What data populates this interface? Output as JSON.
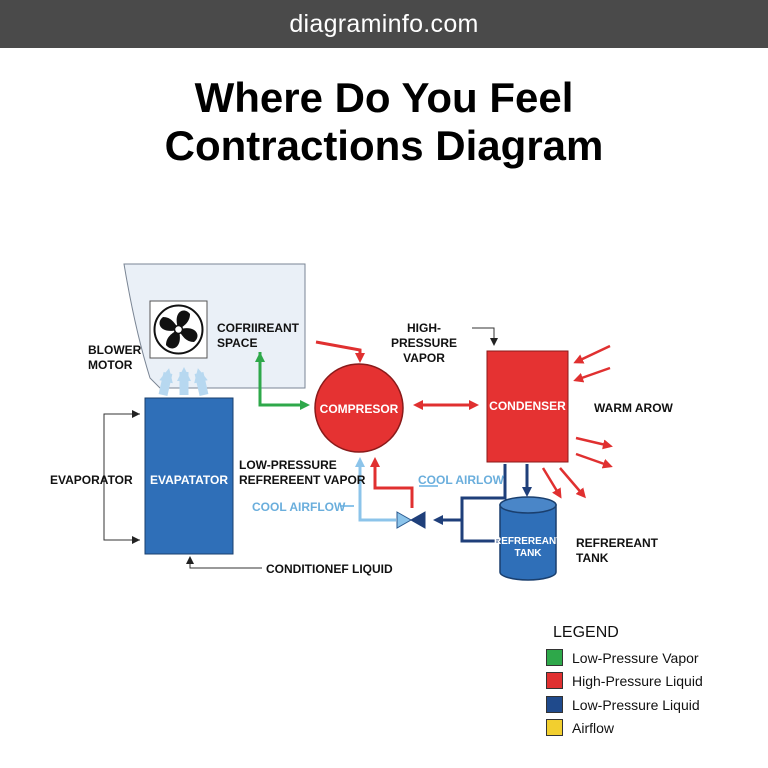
{
  "site": {
    "name": "diagraminfo.com"
  },
  "title": {
    "line1": "Where Do You Feel",
    "line2": "Contractions Diagram"
  },
  "labels": {
    "blower_motor": [
      "BLOWER",
      "MOTOR"
    ],
    "space": [
      "COFRIIREANT",
      "SPACE"
    ],
    "high_pressure_vapor": [
      "HIGH-PRESSURE",
      "VAPOR"
    ],
    "compressor": "COMPRESOR",
    "condenser": "CONDENSER",
    "warm_arrow": "WARM AROW",
    "evaporator_outer": "EVAPORATOR",
    "evaporator_inner": "EVAPATATOR",
    "low_pressure_vapor": [
      "LOW-PRESSURE",
      "REFREREENT VAPOR"
    ],
    "cool_airflow_right": "COOL AIRLOW",
    "cool_airflow_left": "COOL AIRFLOW",
    "tank_inner": [
      "REFREREANT",
      "TANK"
    ],
    "tank_outer": [
      "REFREREANT",
      "TANK"
    ],
    "conditioned_liquid": "CONDITIONEF LIQUID"
  },
  "legend": {
    "title": "LEGEND",
    "items": [
      {
        "label": "Low-Pressure Vapor",
        "color": "#2ea84a"
      },
      {
        "label": "High-Pressure Liquid",
        "color": "#e03030"
      },
      {
        "label": "Low-Pressure Liquid",
        "color": "#1f4a8c"
      },
      {
        "label": "Airflow",
        "color": "#f2cf2f"
      }
    ]
  },
  "colors": {
    "evaporator": "#2f6fb8",
    "condenser": "#e53232",
    "compressor": "#e53232",
    "tank": "#2f6fb8",
    "space": "#e8eef6",
    "green_line": "#2ea84a",
    "red_line": "#e03030",
    "navy_line": "#1f3f7a",
    "light_blue_line": "#8cc4ea"
  }
}
